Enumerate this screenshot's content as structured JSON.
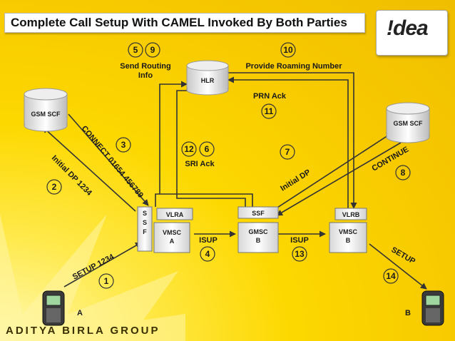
{
  "title": "Complete Call Setup With CAMEL Invoked By Both Parties",
  "logo": "!dea",
  "footer_brand": "ADITYA BIRLA GROUP",
  "nodes": {
    "hlr": "HLR",
    "gsm_scf_left": "GSM SCF",
    "gsm_scf_right": "GSM SCF",
    "ssf_a_s1": "S",
    "ssf_a_s2": "S",
    "ssf_a_f": "F",
    "vlra": "VLRA",
    "vmsc_a_l1": "VMSC",
    "vmsc_a_l2": "A",
    "ssf_b": "SSF",
    "gmsc_b_l1": "GMSC",
    "gmsc_b_l2": "B",
    "vlrb": "VLRB",
    "vmsc_b_l1": "VMSC",
    "vmsc_b_l2": "B",
    "party_a": "A",
    "party_b": "B"
  },
  "messages": {
    "send_routing_l1": "Send Routing",
    "send_routing_l2": "Info",
    "provide_roaming": "Provide Roaming Number",
    "prn_ack": "PRN Ack",
    "connect": "CONNECT 01654 456789",
    "initial_dp_1234": "Initial DP 1234",
    "sri_ack": "SRI Ack",
    "initial_dp": "Initial DP",
    "continue": "CONTINUE",
    "isup_1": "ISUP",
    "isup_2": "ISUP",
    "setup_1234": "SETUP 1234",
    "setup": "SETUP"
  },
  "steps": {
    "s1": "1",
    "s2": "2",
    "s3": "3",
    "s4": "4",
    "s5": "5",
    "s6": "6",
    "s7": "7",
    "s8": "8",
    "s9": "9",
    "s10": "10",
    "s11": "11",
    "s12": "12",
    "s13": "13",
    "s14": "14"
  },
  "colors": {
    "background": "#fdd800",
    "line": "#333333",
    "accent": "#111111"
  }
}
